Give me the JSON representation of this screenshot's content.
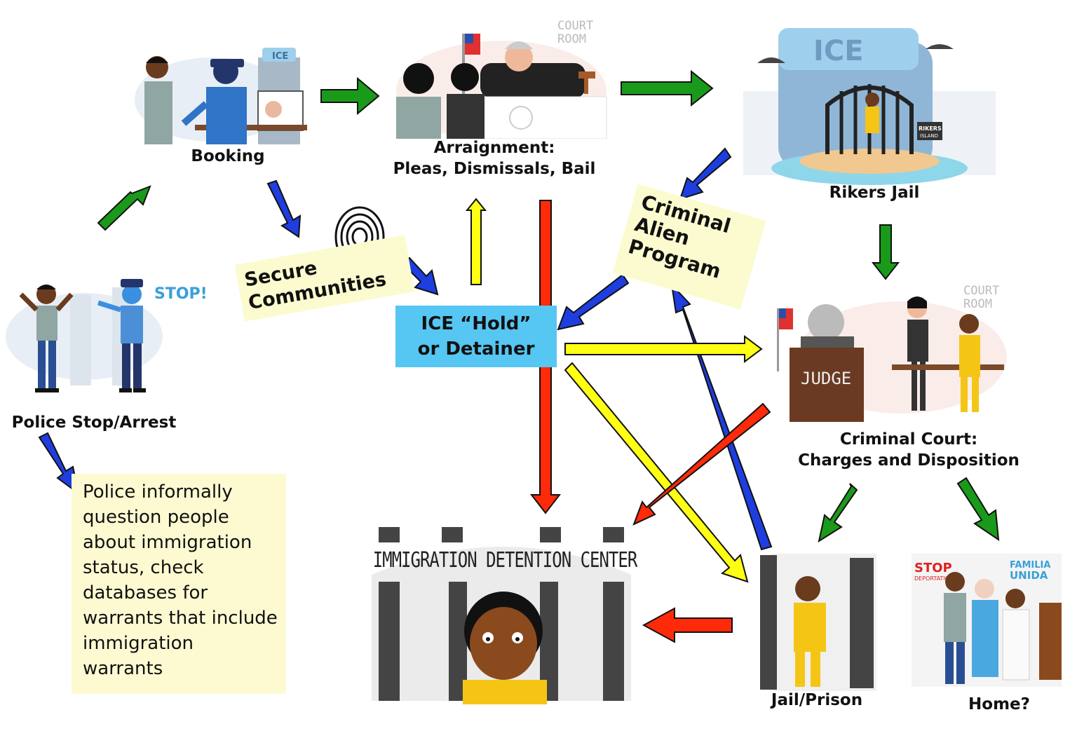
{
  "colors": {
    "green_arrow": "#1a9a1a",
    "blue_arrow": "#1e3ee0",
    "yellow_arrow": "#ffff14",
    "red_arrow": "#ff2a0a",
    "hold_box": "#56c6f2",
    "note_box": "#fdfad2"
  },
  "nodes": {
    "police_stop": "Police Stop/Arrest",
    "booking": "Booking",
    "arraignment": [
      "Arraignment:",
      "Pleas, Dismissals, Bail"
    ],
    "rikers": "Rikers Jail",
    "criminal_court": [
      "Criminal Court:",
      "Charges and Disposition"
    ],
    "jail_prison": "Jail/Prison",
    "home": "Home?",
    "detention_center": "IMMIGRATION DETENTION CENTER",
    "ice_hold": [
      "ICE “Hold”",
      "or Detainer"
    ]
  },
  "programs": {
    "secure_communities": [
      "Secure",
      "Communities"
    ],
    "criminal_alien": [
      "Criminal",
      "Alien",
      "Program"
    ]
  },
  "note": "Police informally question people about immigration status, check databases for warrants that include immigration warrants",
  "scene_signs": {
    "stop": "STOP!",
    "booking_ice": "ICE",
    "court_sign_1": [
      "COURT",
      "ROOM"
    ],
    "court_sign_2": [
      "COURT",
      "ROOM"
    ],
    "rikers_ice": "ICE",
    "rikers_sign": [
      "RIKERS",
      "ISLAND"
    ],
    "judge": "JUDGE",
    "stop_deportations": [
      "STOP",
      "DEPORTATIONS"
    ],
    "familia_unida": [
      "FAMILIA",
      "UNIDA"
    ]
  }
}
